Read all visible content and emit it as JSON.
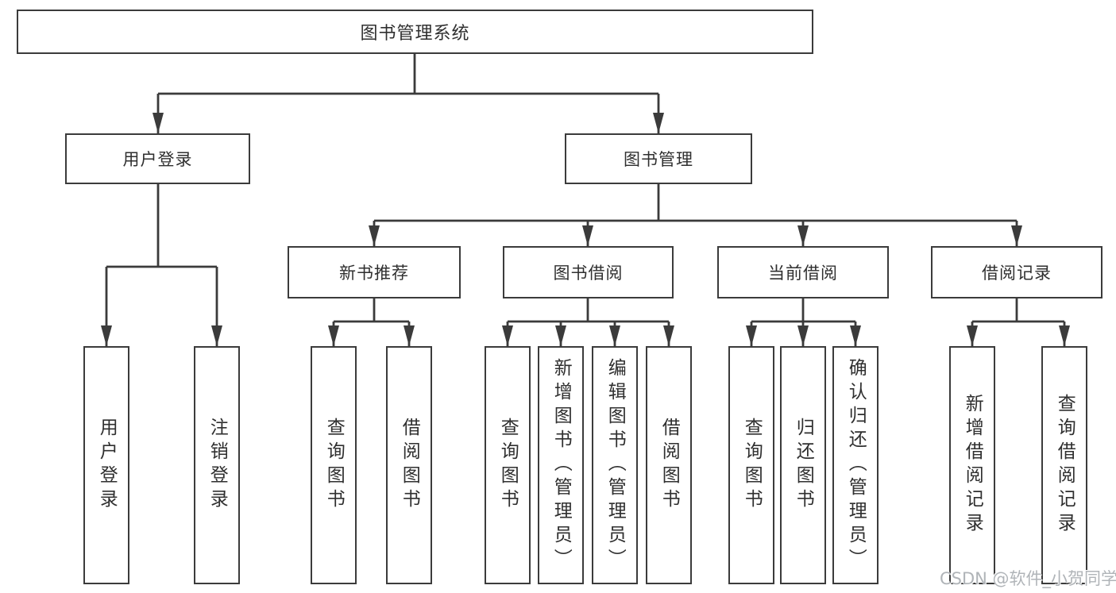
{
  "diagram": {
    "root": {
      "label": "图书管理系统",
      "children": [
        {
          "label": "用户登录",
          "children": [
            {
              "label": "用户登录"
            },
            {
              "label": "注销登录"
            }
          ]
        },
        {
          "label": "图书管理",
          "children": [
            {
              "label": "新书推荐",
              "children": [
                {
                  "label": "查询图书"
                },
                {
                  "label": "借阅图书"
                }
              ]
            },
            {
              "label": "图书借阅",
              "children": [
                {
                  "label": "查询图书"
                },
                {
                  "label": "新增图书（管理员）"
                },
                {
                  "label": "编辑图书（管理员）"
                },
                {
                  "label": "借阅图书"
                }
              ]
            },
            {
              "label": "当前借阅",
              "children": [
                {
                  "label": "查询图书"
                },
                {
                  "label": "归还图书"
                },
                {
                  "label": "确认归还（管理员）"
                }
              ]
            },
            {
              "label": "借阅记录",
              "children": [
                {
                  "label": "新增借阅记录"
                },
                {
                  "label": "查询借阅记录"
                }
              ]
            }
          ]
        }
      ]
    }
  },
  "watermark": {
    "text": "CSDN @软件_小贺同学"
  },
  "colors": {
    "line": "#3b3b3b",
    "text": "#2f2f2f",
    "watermark": "#b0b4b8",
    "bg": "#ffffff"
  }
}
